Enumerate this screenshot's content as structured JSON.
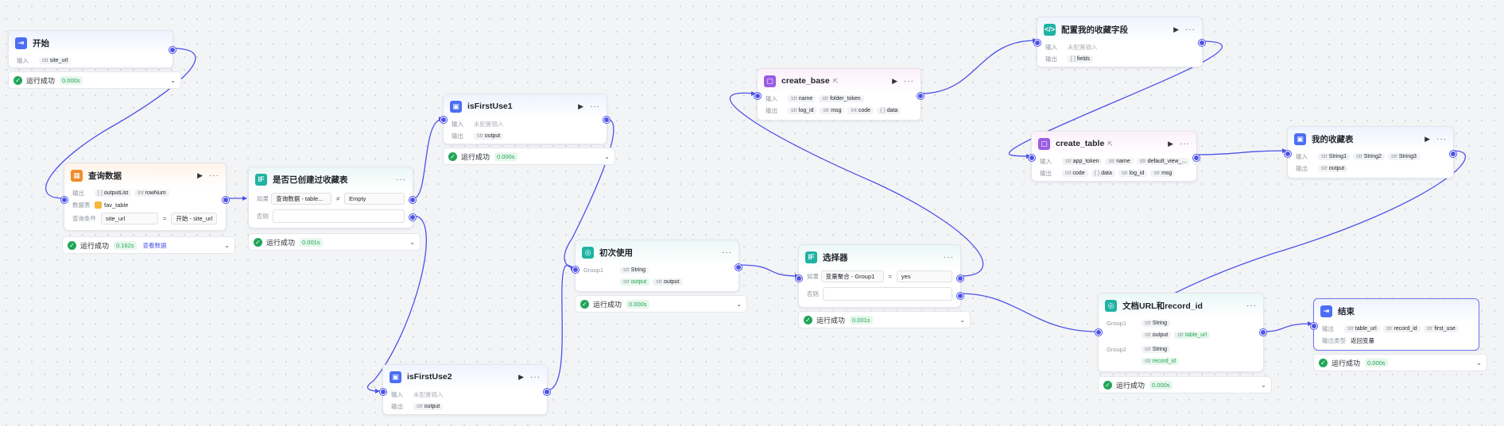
{
  "labels": {
    "input": "输入",
    "output": "输出",
    "if": "如果",
    "else": "否则",
    "group1": "Group1",
    "group2": "Group2",
    "status_success": "运行成功",
    "view_data": "查看数据",
    "not_configured": "未配置输入",
    "output_type": "输出类型",
    "datasource": "数据表",
    "query_cond": "查询条件"
  },
  "nodes": {
    "start": {
      "title": "开始",
      "input_tag": "site_url",
      "time": "0.000s"
    },
    "query": {
      "title": "查询数据",
      "out1": "outputList",
      "out2": "rowNum",
      "table": "fav_table",
      "cond_left": "site_url",
      "cond_op": "=",
      "cond_right_a": "开始",
      "cond_right_b": "site_url",
      "time": "0.162s"
    },
    "ifcreated": {
      "title": "是否已创建过收藏表",
      "cond_left": "查询数据 - table...",
      "cond_op": "≠",
      "cond_right": "Empty",
      "time": "0.001s"
    },
    "isfirst1": {
      "title": "isFirstUse1",
      "out": "output",
      "time": "0.000s"
    },
    "isfirst2": {
      "title": "isFirstUse2",
      "out": "output"
    },
    "first": {
      "title": "初次使用",
      "g1": "String",
      "g1o1": "output",
      "g1o2": "output",
      "time": "0.000s"
    },
    "selector": {
      "title": "选择器",
      "cond_left": "变量聚合 - Group1",
      "cond_op": "=",
      "cond_right": "yes",
      "time": "0.001s"
    },
    "createbase": {
      "title": "create_base",
      "in1": "name",
      "in2": "folder_token",
      "o1": "log_id",
      "o2": "msg",
      "o3": "code",
      "o4": "data"
    },
    "config": {
      "title": "配置我的收藏字段",
      "out": "fields"
    },
    "createtable": {
      "title": "create_table",
      "in1": "app_token",
      "in2": "name",
      "in3": "default_view_...",
      "o1": "code",
      "o2": "data",
      "o3": "log_id",
      "o4": "msg"
    },
    "myfav": {
      "title": "我的收藏表",
      "in1": "String1",
      "in2": "String2",
      "in3": "String3",
      "out": "output"
    },
    "docurl": {
      "title": "文档URL和record_id",
      "g1t": "String",
      "g1o1": "output",
      "g1o2": "table_url",
      "g2t": "String",
      "g2o1": "record_id",
      "time": "0.000s"
    },
    "end": {
      "title": "结束",
      "o1": "table_url",
      "o2": "record_id",
      "o3": "first_use",
      "type_val": "返回变量",
      "time": "0.000s"
    }
  },
  "colors": {
    "edge": "#4d53e8",
    "success": "#22a559"
  }
}
